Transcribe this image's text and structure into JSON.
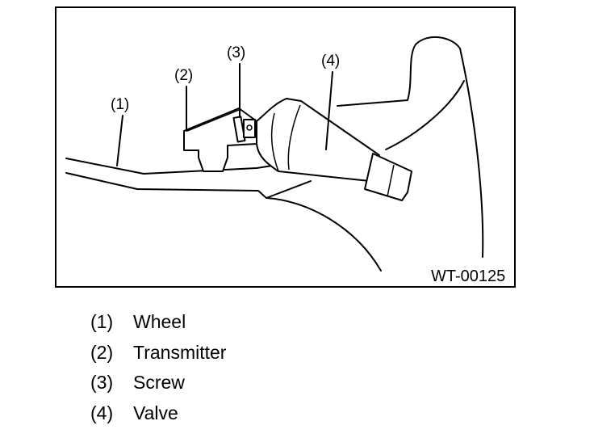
{
  "figure": {
    "code": "WT-00125",
    "callouts": [
      "(1)",
      "(2)",
      "(3)",
      "(4)"
    ]
  },
  "legend": [
    {
      "num": "(1)",
      "label": "Wheel"
    },
    {
      "num": "(2)",
      "label": "Transmitter"
    },
    {
      "num": "(3)",
      "label": "Screw"
    },
    {
      "num": "(4)",
      "label": "Valve"
    }
  ]
}
